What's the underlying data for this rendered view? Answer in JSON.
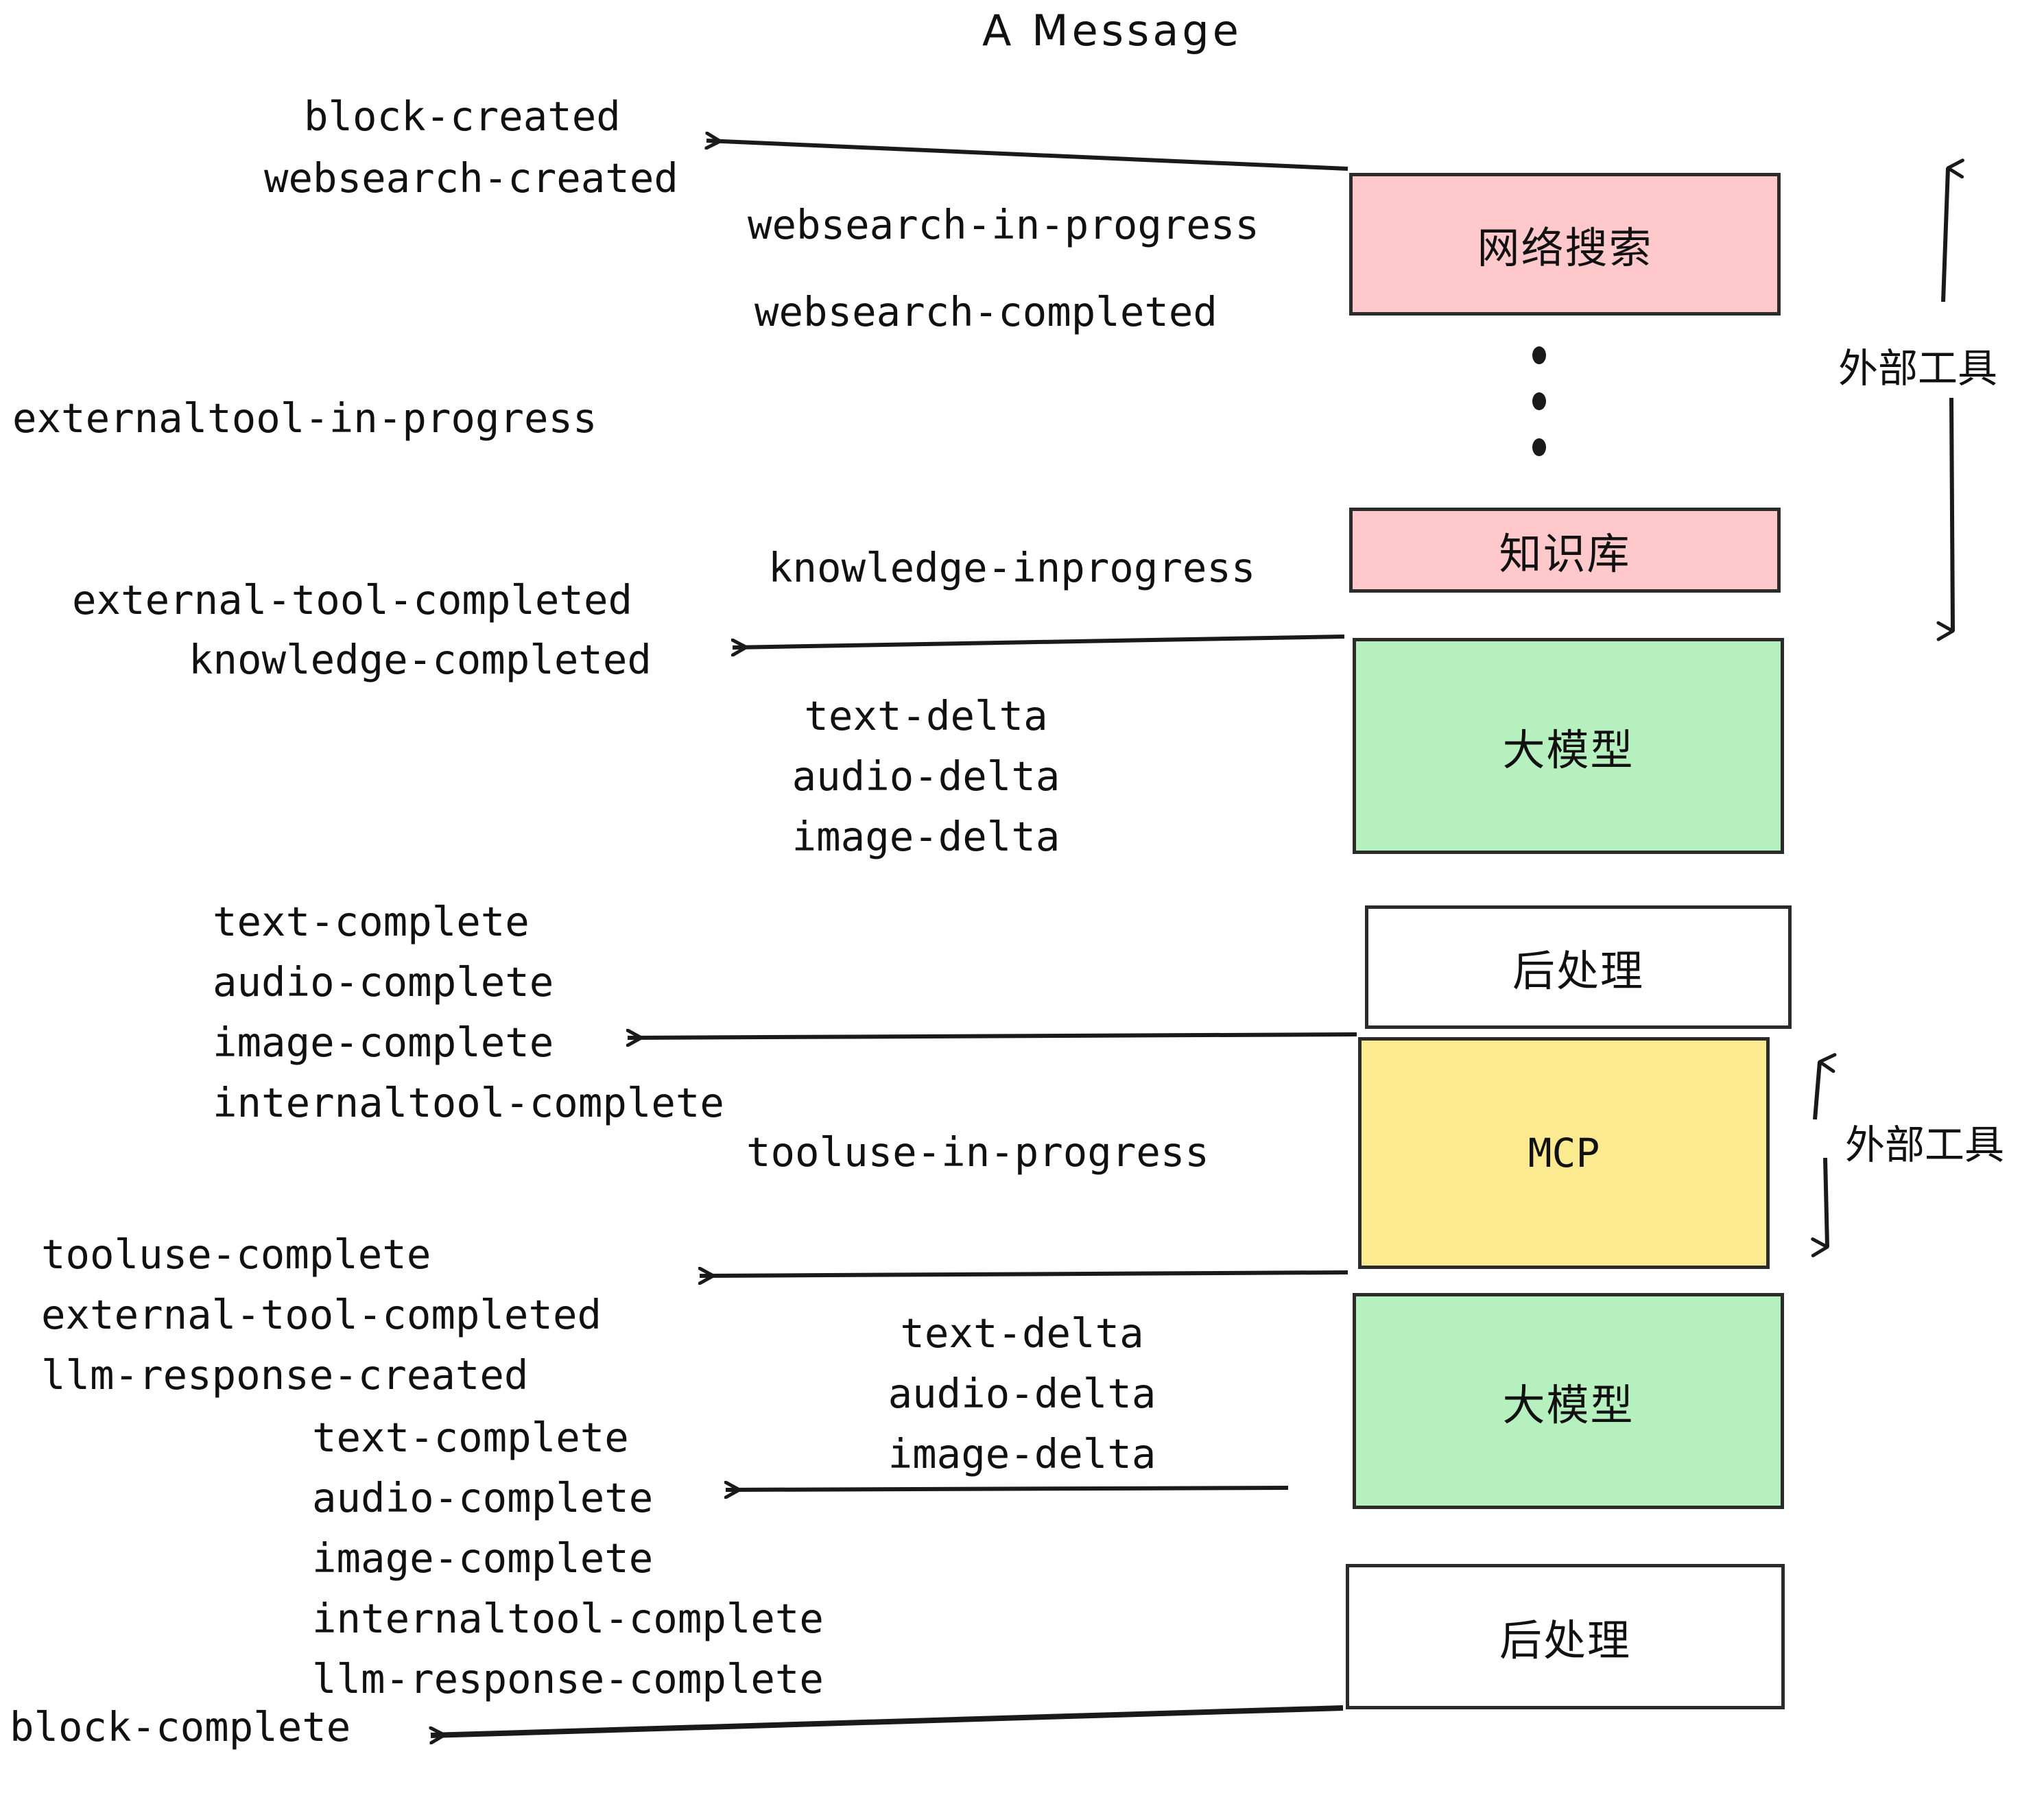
{
  "title": "A Message",
  "colors": {
    "pink": "#FFC9CB",
    "green": "#B6F0BE",
    "yellow": "#FCEA90",
    "white": "#FFFFFF",
    "stroke": "#2B2B2B",
    "text": "#111111",
    "background": "#FFFFFF"
  },
  "nodes": {
    "websearch": "网络搜索",
    "knowledge": "知识库",
    "llm_top": "大模型",
    "postprocess_top": "后处理",
    "mcp": "MCP",
    "llm_bottom": "大模型",
    "postprocess_bottom": "后处理"
  },
  "side_labels": {
    "external_tool_top": "外部工具",
    "external_tool_bottom": "外部工具"
  },
  "events": {
    "block_created": "block-created",
    "websearch_created": "websearch-created",
    "websearch_in_progress": "websearch-in-progress",
    "websearch_completed": "websearch-completed",
    "externaltool_in_progress": "externaltool-in-progress",
    "knowledge_inprogress": "knowledge-inprogress",
    "external_tool_completed_1": "external-tool-completed",
    "knowledge_completed": "knowledge-completed",
    "llm_deltas_top": [
      "text-delta",
      "audio-delta",
      "image-delta"
    ],
    "post_completes_top": [
      "text-complete",
      "audio-complete",
      "image-complete",
      "internaltool-complete"
    ],
    "tooluse_in_progress": "tooluse-in-progress",
    "tooluse_complete": "tooluse-complete",
    "external_tool_completed_2": "external-tool-completed",
    "llm_response_created": "llm-response-created",
    "llm_deltas_bottom": [
      "text-delta",
      "audio-delta",
      "image-delta"
    ],
    "post_completes_bottom": [
      "text-complete",
      "audio-complete",
      "image-complete",
      "internaltool-complete",
      "llm-response-complete"
    ],
    "block_complete": "block-complete"
  },
  "ellipsis": "⋮"
}
